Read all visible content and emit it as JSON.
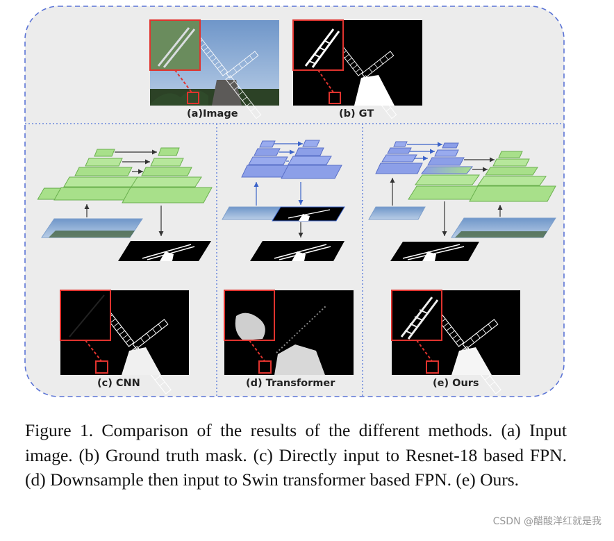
{
  "figure": {
    "panels": {
      "a": "(a)Image",
      "b": "(b) GT",
      "c": "(c) CNN",
      "d": "(d) Transformer",
      "e": "(e) Ours"
    },
    "colors": {
      "border_dashed": "#5b74d6",
      "divider_dotted": "#8aa0e0",
      "background": "#ececec",
      "cnn_green": "#a8e08a",
      "transformer_blue": "#8c9fe8",
      "highlight_red": "#e0332e"
    }
  },
  "caption": {
    "text": "Figure 1. Comparison of the results of the different methods. (a) Input image. (b) Ground truth mask. (c) Directly input to Resnet-18 based FPN. (d) Downsample then input to Swin transformer based FPN. (e) Ours."
  },
  "watermark": "CSDN @醋酸洋红就是我"
}
